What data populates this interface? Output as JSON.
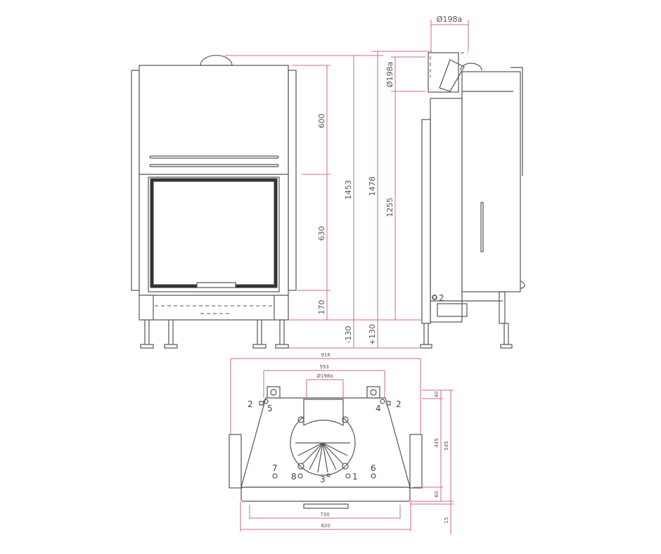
{
  "front_view": {
    "dims": {
      "upper": "600",
      "window": "630",
      "base": "170",
      "overall": "1453",
      "feet_minus": "-130",
      "overall_total": "1478",
      "feet_plus": "+130"
    }
  },
  "side_view": {
    "dims": {
      "flue_top": "Ø198a",
      "flue_side": "Ø198a",
      "height": "1255"
    },
    "markers": [
      "2"
    ]
  },
  "top_view": {
    "dims": {
      "width_total": "916",
      "width_lugs": "593",
      "flue": "Ø198a",
      "depth_a": "40",
      "depth_b": "445",
      "depth_total": "545",
      "depth_c": "60",
      "depth_d": "15",
      "base_inner": "730",
      "base_outer": "820"
    },
    "markers": {
      "left_2": "2",
      "left_5": "5",
      "right_4": "4",
      "right_2": "2",
      "m7": "7",
      "m8": "8",
      "m3": "3",
      "m1": "1",
      "m6": "6"
    }
  },
  "colors": {
    "dimension": "#d46a7a",
    "outline": "#555555"
  }
}
